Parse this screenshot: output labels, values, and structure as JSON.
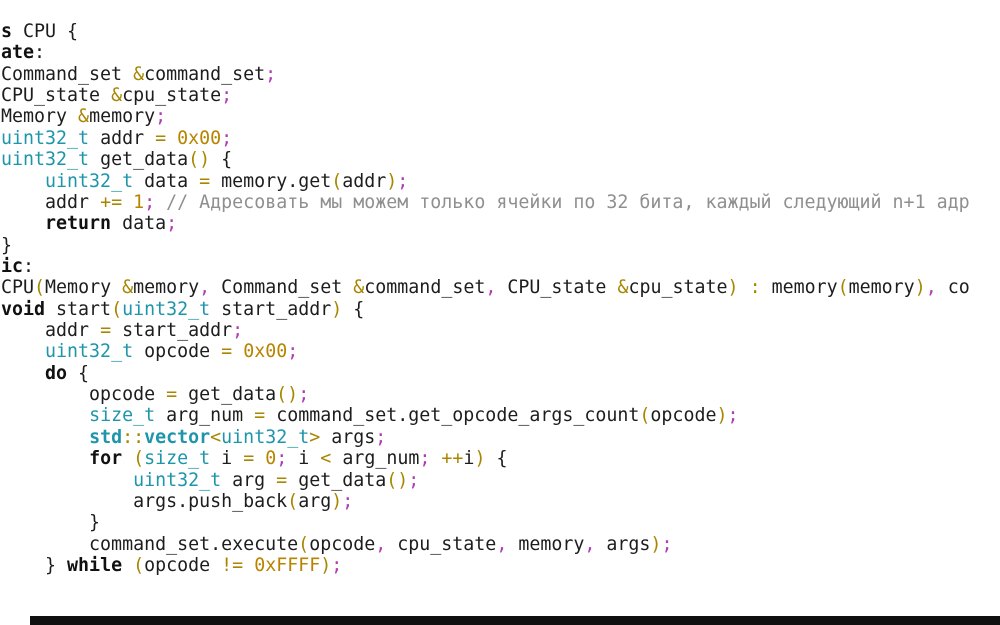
{
  "colors": {
    "background": "#ffffff",
    "plain": "#1d1d1d",
    "keyword": "#111111",
    "type": "#1e95aa",
    "number": "#b88400",
    "operator": "#a88600",
    "punctuation": "#b03cb4",
    "comment": "#8f8f8f",
    "bottom_bar": "#101010"
  },
  "editor": {
    "language": "cpp",
    "token_legend": {
      "p": "plain",
      "k": "keyword-bold",
      "t": "type",
      "tb": "type-bold",
      "n": "number",
      "o": "operator",
      "u": "punctuation-magenta",
      "c": "comment"
    },
    "lines": [
      [
        [
          "k",
          "s"
        ],
        [
          "p",
          " CPU {"
        ]
      ],
      [
        [
          "k",
          "ate"
        ],
        [
          "p",
          ":"
        ]
      ],
      [
        [
          "p",
          "Command_set "
        ],
        [
          "o",
          "&"
        ],
        [
          "p",
          "command_set"
        ],
        [
          "u",
          ";"
        ]
      ],
      [
        [
          "p",
          "CPU_state "
        ],
        [
          "o",
          "&"
        ],
        [
          "p",
          "cpu_state"
        ],
        [
          "u",
          ";"
        ]
      ],
      [
        [
          "p",
          "Memory "
        ],
        [
          "o",
          "&"
        ],
        [
          "p",
          "memory"
        ],
        [
          "u",
          ";"
        ]
      ],
      [
        [
          "t",
          "uint32_t"
        ],
        [
          "p",
          " addr "
        ],
        [
          "o",
          "="
        ],
        [
          "p",
          " "
        ],
        [
          "n",
          "0x00"
        ],
        [
          "u",
          ";"
        ]
      ],
      [
        [
          "t",
          "uint32_t"
        ],
        [
          "p",
          " get_data"
        ],
        [
          "o",
          "()"
        ],
        [
          "p",
          " {"
        ]
      ],
      [
        [
          "p",
          "    "
        ],
        [
          "t",
          "uint32_t"
        ],
        [
          "p",
          " data "
        ],
        [
          "o",
          "="
        ],
        [
          "p",
          " memory.get"
        ],
        [
          "o",
          "("
        ],
        [
          "p",
          "addr"
        ],
        [
          "o",
          ")"
        ],
        [
          "u",
          ";"
        ]
      ],
      [
        [
          "p",
          "    addr "
        ],
        [
          "o",
          "+="
        ],
        [
          "p",
          " "
        ],
        [
          "n",
          "1"
        ],
        [
          "u",
          ";"
        ],
        [
          "p",
          " "
        ],
        [
          "c",
          "// Адресовать мы можем только ячейки по 32 бита, каждый следующий n+1 адр"
        ]
      ],
      [
        [
          "p",
          "    "
        ],
        [
          "k",
          "return"
        ],
        [
          "p",
          " data"
        ],
        [
          "u",
          ";"
        ]
      ],
      [
        [
          "p",
          "}"
        ]
      ],
      [
        [
          "k",
          "ic"
        ],
        [
          "p",
          ":"
        ]
      ],
      [
        [
          "p",
          "CPU"
        ],
        [
          "o",
          "("
        ],
        [
          "p",
          "Memory "
        ],
        [
          "o",
          "&"
        ],
        [
          "p",
          "memory"
        ],
        [
          "u",
          ","
        ],
        [
          "p",
          " Command_set "
        ],
        [
          "o",
          "&"
        ],
        [
          "p",
          "command_set"
        ],
        [
          "u",
          ","
        ],
        [
          "p",
          " CPU_state "
        ],
        [
          "o",
          "&"
        ],
        [
          "p",
          "cpu_state"
        ],
        [
          "o",
          ")"
        ],
        [
          "p",
          " "
        ],
        [
          "o",
          ":"
        ],
        [
          "p",
          " memory"
        ],
        [
          "o",
          "("
        ],
        [
          "p",
          "memory"
        ],
        [
          "o",
          ")"
        ],
        [
          "u",
          ","
        ],
        [
          "p",
          " co"
        ]
      ],
      [
        [
          "k",
          "void"
        ],
        [
          "p",
          " start"
        ],
        [
          "o",
          "("
        ],
        [
          "t",
          "uint32_t"
        ],
        [
          "p",
          " start_addr"
        ],
        [
          "o",
          ")"
        ],
        [
          "p",
          " {"
        ]
      ],
      [
        [
          "p",
          "    addr "
        ],
        [
          "o",
          "="
        ],
        [
          "p",
          " start_addr"
        ],
        [
          "u",
          ";"
        ]
      ],
      [
        [
          "p",
          "    "
        ],
        [
          "t",
          "uint32_t"
        ],
        [
          "p",
          " opcode "
        ],
        [
          "o",
          "="
        ],
        [
          "p",
          " "
        ],
        [
          "n",
          "0x00"
        ],
        [
          "u",
          ";"
        ]
      ],
      [
        [
          "p",
          "    "
        ],
        [
          "k",
          "do"
        ],
        [
          "p",
          " {"
        ]
      ],
      [
        [
          "p",
          "        opcode "
        ],
        [
          "o",
          "="
        ],
        [
          "p",
          " get_data"
        ],
        [
          "o",
          "()"
        ],
        [
          "u",
          ";"
        ]
      ],
      [
        [
          "p",
          "        "
        ],
        [
          "t",
          "size_t"
        ],
        [
          "p",
          " arg_num "
        ],
        [
          "o",
          "="
        ],
        [
          "p",
          " command_set.get_opcode_args_count"
        ],
        [
          "o",
          "("
        ],
        [
          "p",
          "opcode"
        ],
        [
          "o",
          ")"
        ],
        [
          "u",
          ";"
        ]
      ],
      [
        [
          "p",
          "        "
        ],
        [
          "tb",
          "std"
        ],
        [
          "o",
          "::"
        ],
        [
          "tb",
          "vector"
        ],
        [
          "o",
          "<"
        ],
        [
          "t",
          "uint32_t"
        ],
        [
          "o",
          ">"
        ],
        [
          "p",
          " args"
        ],
        [
          "u",
          ";"
        ]
      ],
      [
        [
          "p",
          "        "
        ],
        [
          "k",
          "for"
        ],
        [
          "p",
          " "
        ],
        [
          "o",
          "("
        ],
        [
          "t",
          "size_t"
        ],
        [
          "p",
          " i "
        ],
        [
          "o",
          "="
        ],
        [
          "p",
          " "
        ],
        [
          "n",
          "0"
        ],
        [
          "u",
          ";"
        ],
        [
          "p",
          " i "
        ],
        [
          "o",
          "<"
        ],
        [
          "p",
          " arg_num"
        ],
        [
          "u",
          ";"
        ],
        [
          "p",
          " "
        ],
        [
          "o",
          "++"
        ],
        [
          "p",
          "i"
        ],
        [
          "o",
          ")"
        ],
        [
          "p",
          " {"
        ]
      ],
      [
        [
          "p",
          "            "
        ],
        [
          "t",
          "uint32_t"
        ],
        [
          "p",
          " arg "
        ],
        [
          "o",
          "="
        ],
        [
          "p",
          " get_data"
        ],
        [
          "o",
          "()"
        ],
        [
          "u",
          ";"
        ]
      ],
      [
        [
          "p",
          "            args.push_back"
        ],
        [
          "o",
          "("
        ],
        [
          "p",
          "arg"
        ],
        [
          "o",
          ")"
        ],
        [
          "u",
          ";"
        ]
      ],
      [
        [
          "p",
          "        }"
        ]
      ],
      [
        [
          "p",
          "        command_set.execute"
        ],
        [
          "o",
          "("
        ],
        [
          "p",
          "opcode"
        ],
        [
          "u",
          ","
        ],
        [
          "p",
          " cpu_state"
        ],
        [
          "u",
          ","
        ],
        [
          "p",
          " memory"
        ],
        [
          "u",
          ","
        ],
        [
          "p",
          " args"
        ],
        [
          "o",
          ")"
        ],
        [
          "u",
          ";"
        ]
      ],
      [
        [
          "p",
          "    } "
        ],
        [
          "k",
          "while"
        ],
        [
          "p",
          " "
        ],
        [
          "o",
          "("
        ],
        [
          "p",
          "opcode "
        ],
        [
          "o",
          "!="
        ],
        [
          "p",
          " "
        ],
        [
          "n",
          "0xFFFF"
        ],
        [
          "o",
          ")"
        ],
        [
          "u",
          ";"
        ]
      ]
    ]
  }
}
